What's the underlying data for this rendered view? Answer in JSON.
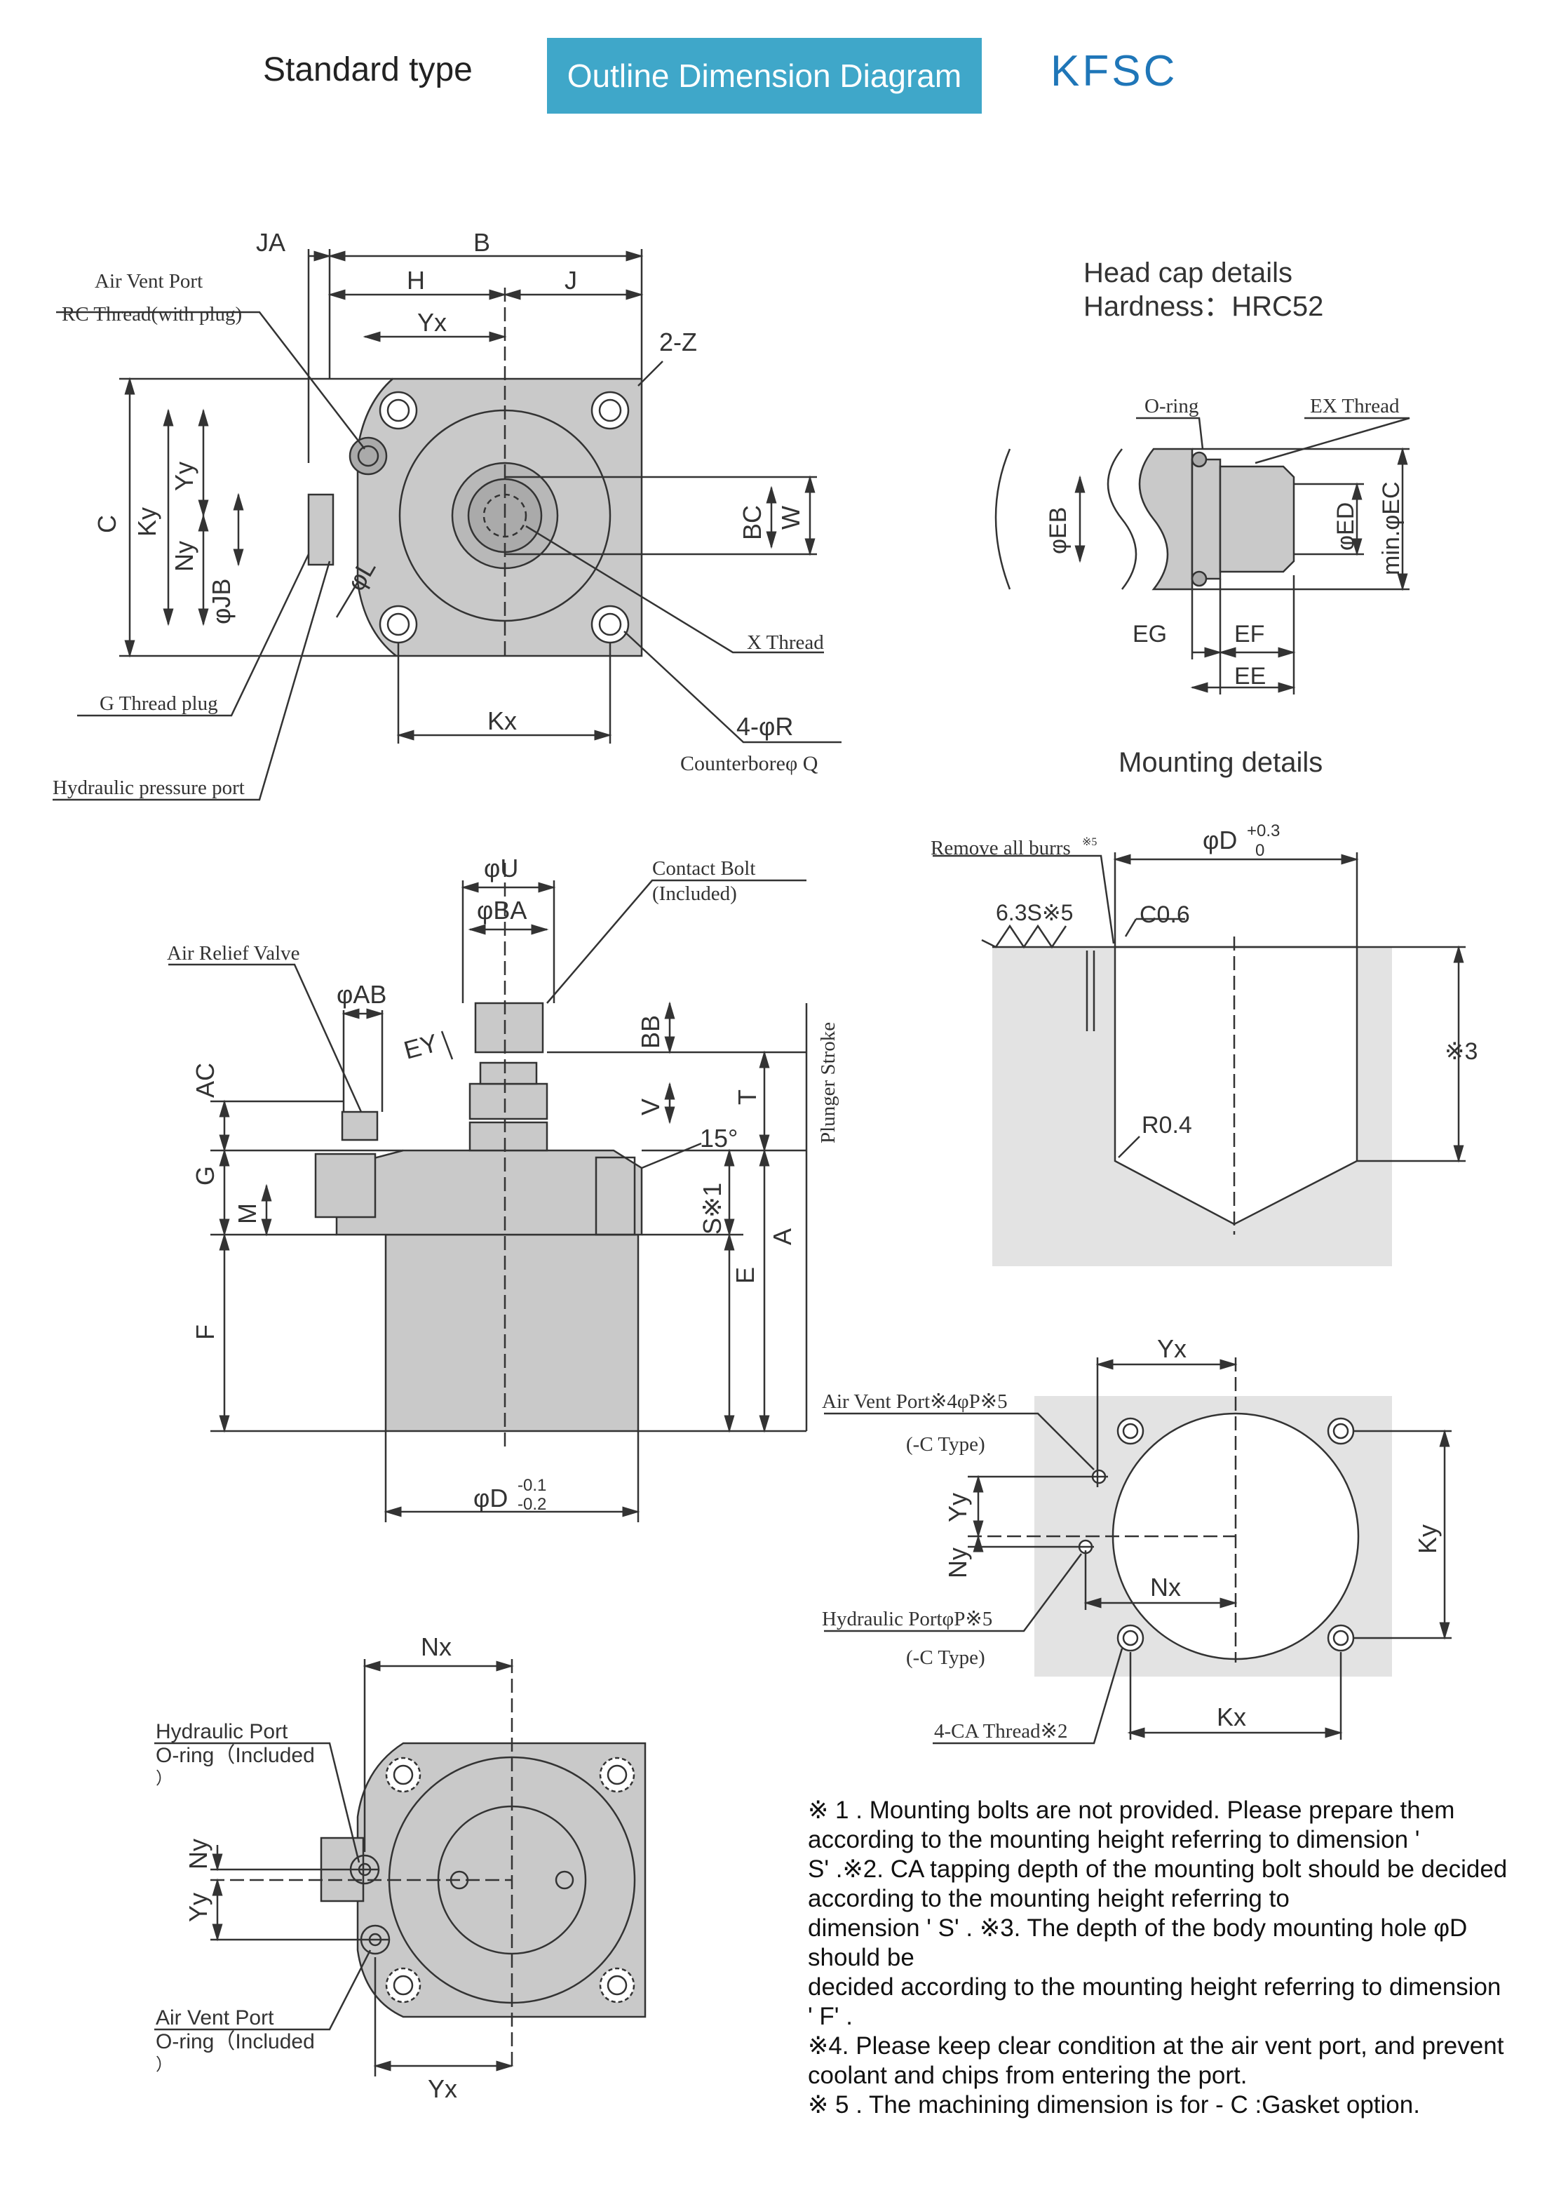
{
  "header": {
    "standard_type": "Standard type",
    "badge": "Outline Dimension Diagram",
    "model": "KFSC"
  },
  "colors": {
    "badge": "#3fa7c9",
    "model": "#1f76b8",
    "part_fill": "#c9c9c9",
    "mount_fill": "#e3e3e3"
  },
  "top_view": {
    "dims": [
      "JA",
      "B",
      "H",
      "J",
      "Yx",
      "2-Z",
      "C",
      "Ky",
      "Yy",
      "Ny",
      "φJB",
      "φL",
      "BC",
      "W",
      "Kx",
      "4-φR",
      "Counterboreφ Q"
    ],
    "callouts": {
      "air_vent_port": "Air Vent Port",
      "rc_thread": "RC Thread(with plug)",
      "x_thread": "X Thread",
      "g_thread_plug": "G Thread plug",
      "hydraulic_pressure_port": "Hydraulic pressure port"
    }
  },
  "head_cap": {
    "title": "Head cap details",
    "hardness": "Hardness：HRC52",
    "o_ring": "O-ring",
    "ex_thread": "EX Thread",
    "dims": [
      "φEB",
      "φED",
      "min.φEC",
      "EG",
      "EF",
      "EE"
    ]
  },
  "side_view": {
    "dims": [
      "φU",
      "φBA",
      "φAB",
      "EY",
      "BB",
      "AC",
      "V",
      "T",
      "15°",
      "G",
      "M",
      "S※1",
      "A",
      "E",
      "F",
      "φD-0.1 -0.2"
    ],
    "callouts": {
      "contact_bolt": "Contact Bolt",
      "included": "(Included)",
      "air_relief_valve": "Air Relief Valve",
      "plunger_stroke": "Plunger Stroke"
    },
    "d_sup": "-0.1",
    "d_sub": "-0.2"
  },
  "mounting": {
    "title": "Mounting details",
    "remove_burrs": "Remove all burrs",
    "remove_burrs_mark": "※5",
    "d_tol": "φD",
    "d_sup": "+0.3",
    "d_sub": "0",
    "roughness": "6.3S※5",
    "chamfer": "C0.6",
    "radius": "R0.4",
    "depth_note": "※3"
  },
  "mounting_plan": {
    "yx": "Yx",
    "ky": "Ky",
    "yy": "Yy",
    "ny": "Ny",
    "nx": "Nx",
    "kx": "Kx",
    "air_vent": "Air Vent Port※4φP※5",
    "air_vent_type": "(-C Type)",
    "hydraulic": "Hydraulic PortφP※5",
    "hydraulic_type": "(-C Type)",
    "ca_thread": "4-CA Thread※2"
  },
  "bottom_view": {
    "nx": "Nx",
    "ny": "Ny",
    "yy": "Yy",
    "yx": "Yx",
    "hydraulic_port": "Hydraulic Port",
    "hydraulic_oring": "O-ring（Included",
    "hydraulic_paren": "）",
    "air_vent_port": "Air Vent Port",
    "air_oring": "O-ring（Included",
    "air_paren": "）"
  },
  "notes": [
    "※ 1 . Mounting bolts are not provided. Please prepare them",
    "according to the mounting height referring to dimension '",
    " S' .※2. CA tapping depth of the mounting bolt should be decided  according to the mounting height referring to",
    " dimension ' S' . ※3. The depth of the body mounting hole φD should be",
    "decided according to the mounting height referring to dimension ' F' .",
    "※4. Please keep clear condition at the air vent port, and prevent coolant and chips from entering the port.",
    "※ 5 . The machining dimension is for - C :Gasket option."
  ]
}
